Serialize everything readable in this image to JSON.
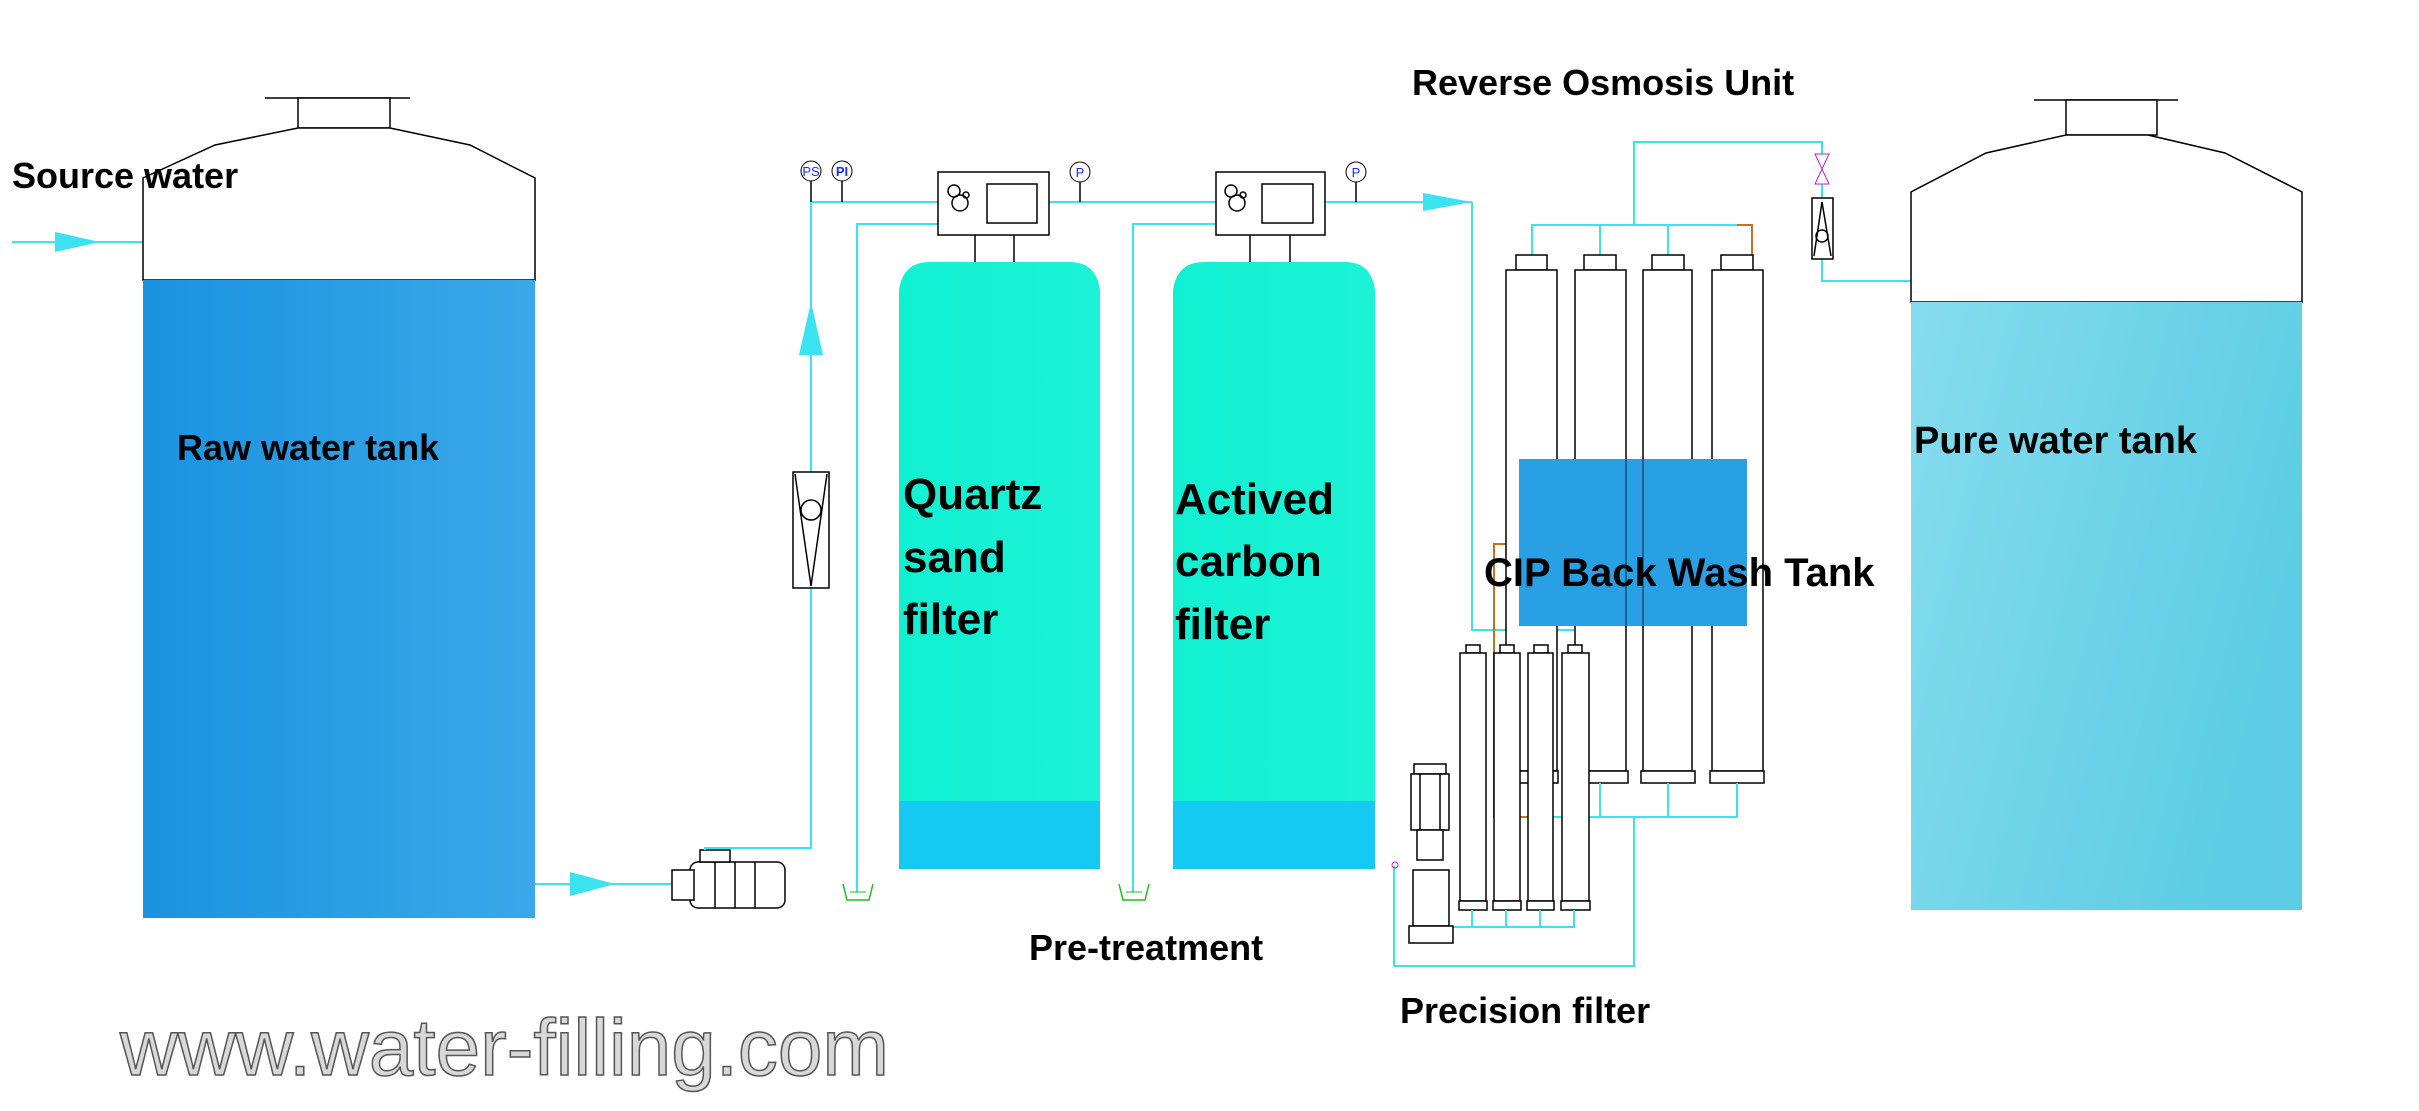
{
  "labels": {
    "source_water": "Source water",
    "raw_water_tank": "Raw water tank",
    "quartz_sand_filter": [
      "Quartz",
      "sand",
      "filter"
    ],
    "actived_carbon_filter": [
      "Actived",
      "carbon",
      "filter"
    ],
    "reverse_osmosis_unit": "Reverse Osmosis Unit",
    "cip_back_wash_tank": "CIP Back Wash Tank",
    "pure_water_tank": "Pure water tank",
    "precision_filter": "Precision filter",
    "pre_treatment": "Pre-treatment"
  },
  "gauges": {
    "ps": "PS",
    "pi": "PI",
    "p": "P"
  },
  "watermark": "www.water-filling.com",
  "colors": {
    "raw_water": "#1f97e2",
    "filter_media": "#17f2d2",
    "filter_bottom": "#14c9f2",
    "pure_water": "#72d6ea",
    "cip_tank": "#2aa0e4",
    "pipe": "#3be3f0"
  }
}
